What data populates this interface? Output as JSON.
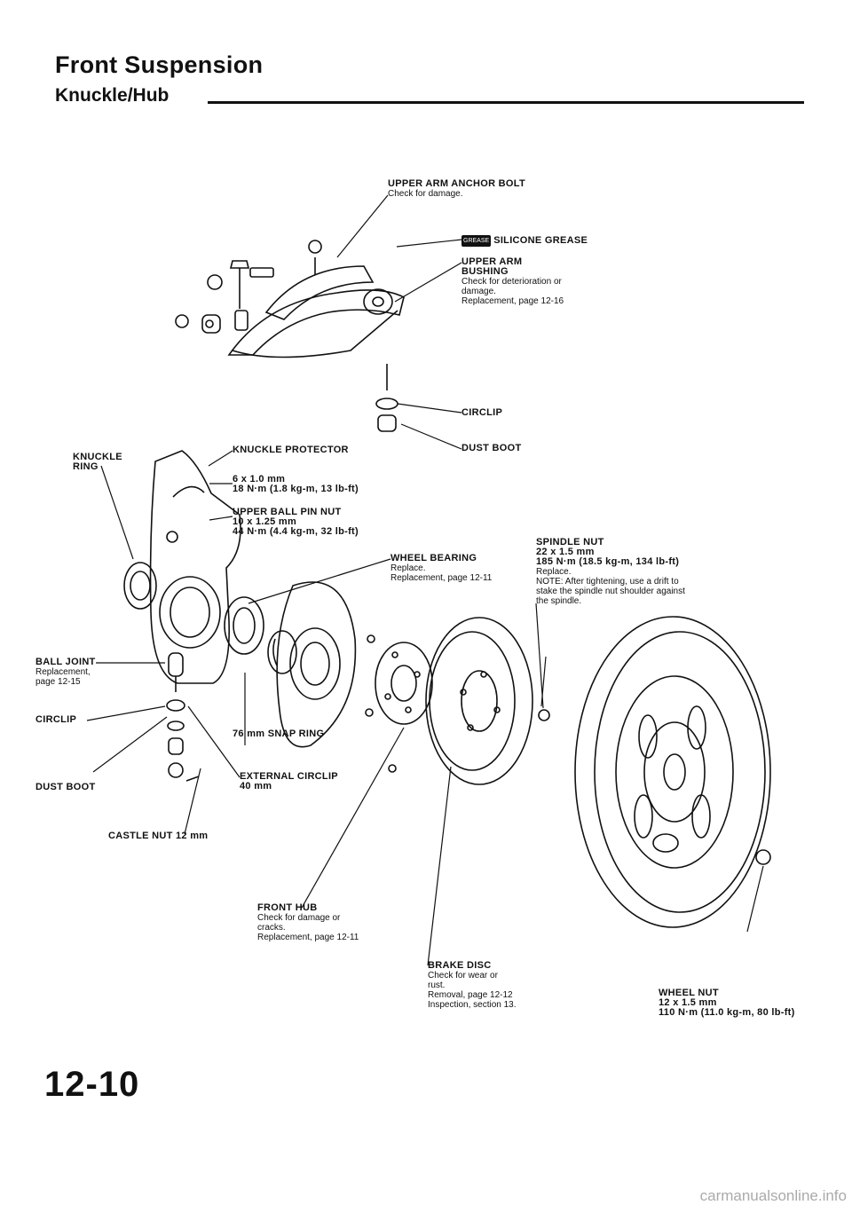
{
  "header": {
    "title": "Front Suspension",
    "subtitle": "Knuckle/Hub"
  },
  "page_number": "12-10",
  "footer": "carmanualsonline.info",
  "labels": {
    "upper_arm_anchor_bolt": {
      "name": "UPPER ARM ANCHOR BOLT",
      "lines": [
        "Check for damage."
      ]
    },
    "silicone_grease": {
      "badge": "GREASE",
      "name": "SILICONE GREASE"
    },
    "upper_arm_bushing": {
      "name": "UPPER ARM",
      "name2": "BUSHING",
      "lines": [
        "Check for deterioration or",
        "damage.",
        "Replacement, page 12-16"
      ]
    },
    "circlip_top": {
      "name": "CIRCLIP"
    },
    "dust_boot_top": {
      "name": "DUST BOOT"
    },
    "knuckle_protector": {
      "name": "KNUCKLE PROTECTOR"
    },
    "knuckle_ring": {
      "name": "KNUCKLE",
      "name2": "RING"
    },
    "bolt_6x1": {
      "name": "6 x 1.0 mm",
      "lines": [
        "18 N·m (1.8 kg-m, 13 lb-ft)"
      ]
    },
    "upper_ball_pin_nut": {
      "name": "UPPER BALL PIN NUT",
      "lines": [
        "10 x 1.25 mm",
        "44 N·m (4.4 kg-m, 32 lb-ft)"
      ]
    },
    "wheel_bearing": {
      "name": "WHEEL BEARING",
      "lines": [
        "Replace.",
        "Replacement, page 12-11"
      ]
    },
    "spindle_nut": {
      "name": "SPINDLE NUT",
      "lines": [
        "22 x 1.5 mm",
        "185 N·m (18.5 kg-m, 134 lb-ft)",
        "Replace.",
        "NOTE: After tightening, use a drift to",
        "stake the spindle nut shoulder against",
        "the spindle."
      ]
    },
    "ball_joint": {
      "name": "BALL JOINT",
      "lines": [
        "Replacement,",
        "page 12-15"
      ]
    },
    "circlip_left": {
      "name": "CIRCLIP"
    },
    "snap_ring": {
      "name": "76 mm SNAP RING"
    },
    "external_circlip": {
      "name": "EXTERNAL CIRCLIP",
      "lines": [
        "40 mm"
      ]
    },
    "dust_boot_left": {
      "name": "DUST BOOT"
    },
    "castle_nut": {
      "name": "CASTLE NUT 12 mm"
    },
    "front_hub": {
      "name": "FRONT HUB",
      "lines": [
        "Check for damage or",
        "cracks.",
        "Replacement, page 12-11"
      ]
    },
    "brake_disc": {
      "name": "BRAKE DISC",
      "lines": [
        "Check for wear or",
        "rust.",
        "Removal, page 12-12",
        "Inspection, section 13."
      ]
    },
    "wheel_nut": {
      "name": "WHEEL NUT",
      "lines": [
        "12 x 1.5 mm",
        "110 N·m (11.0 kg-m, 80 lb-ft)"
      ]
    }
  }
}
